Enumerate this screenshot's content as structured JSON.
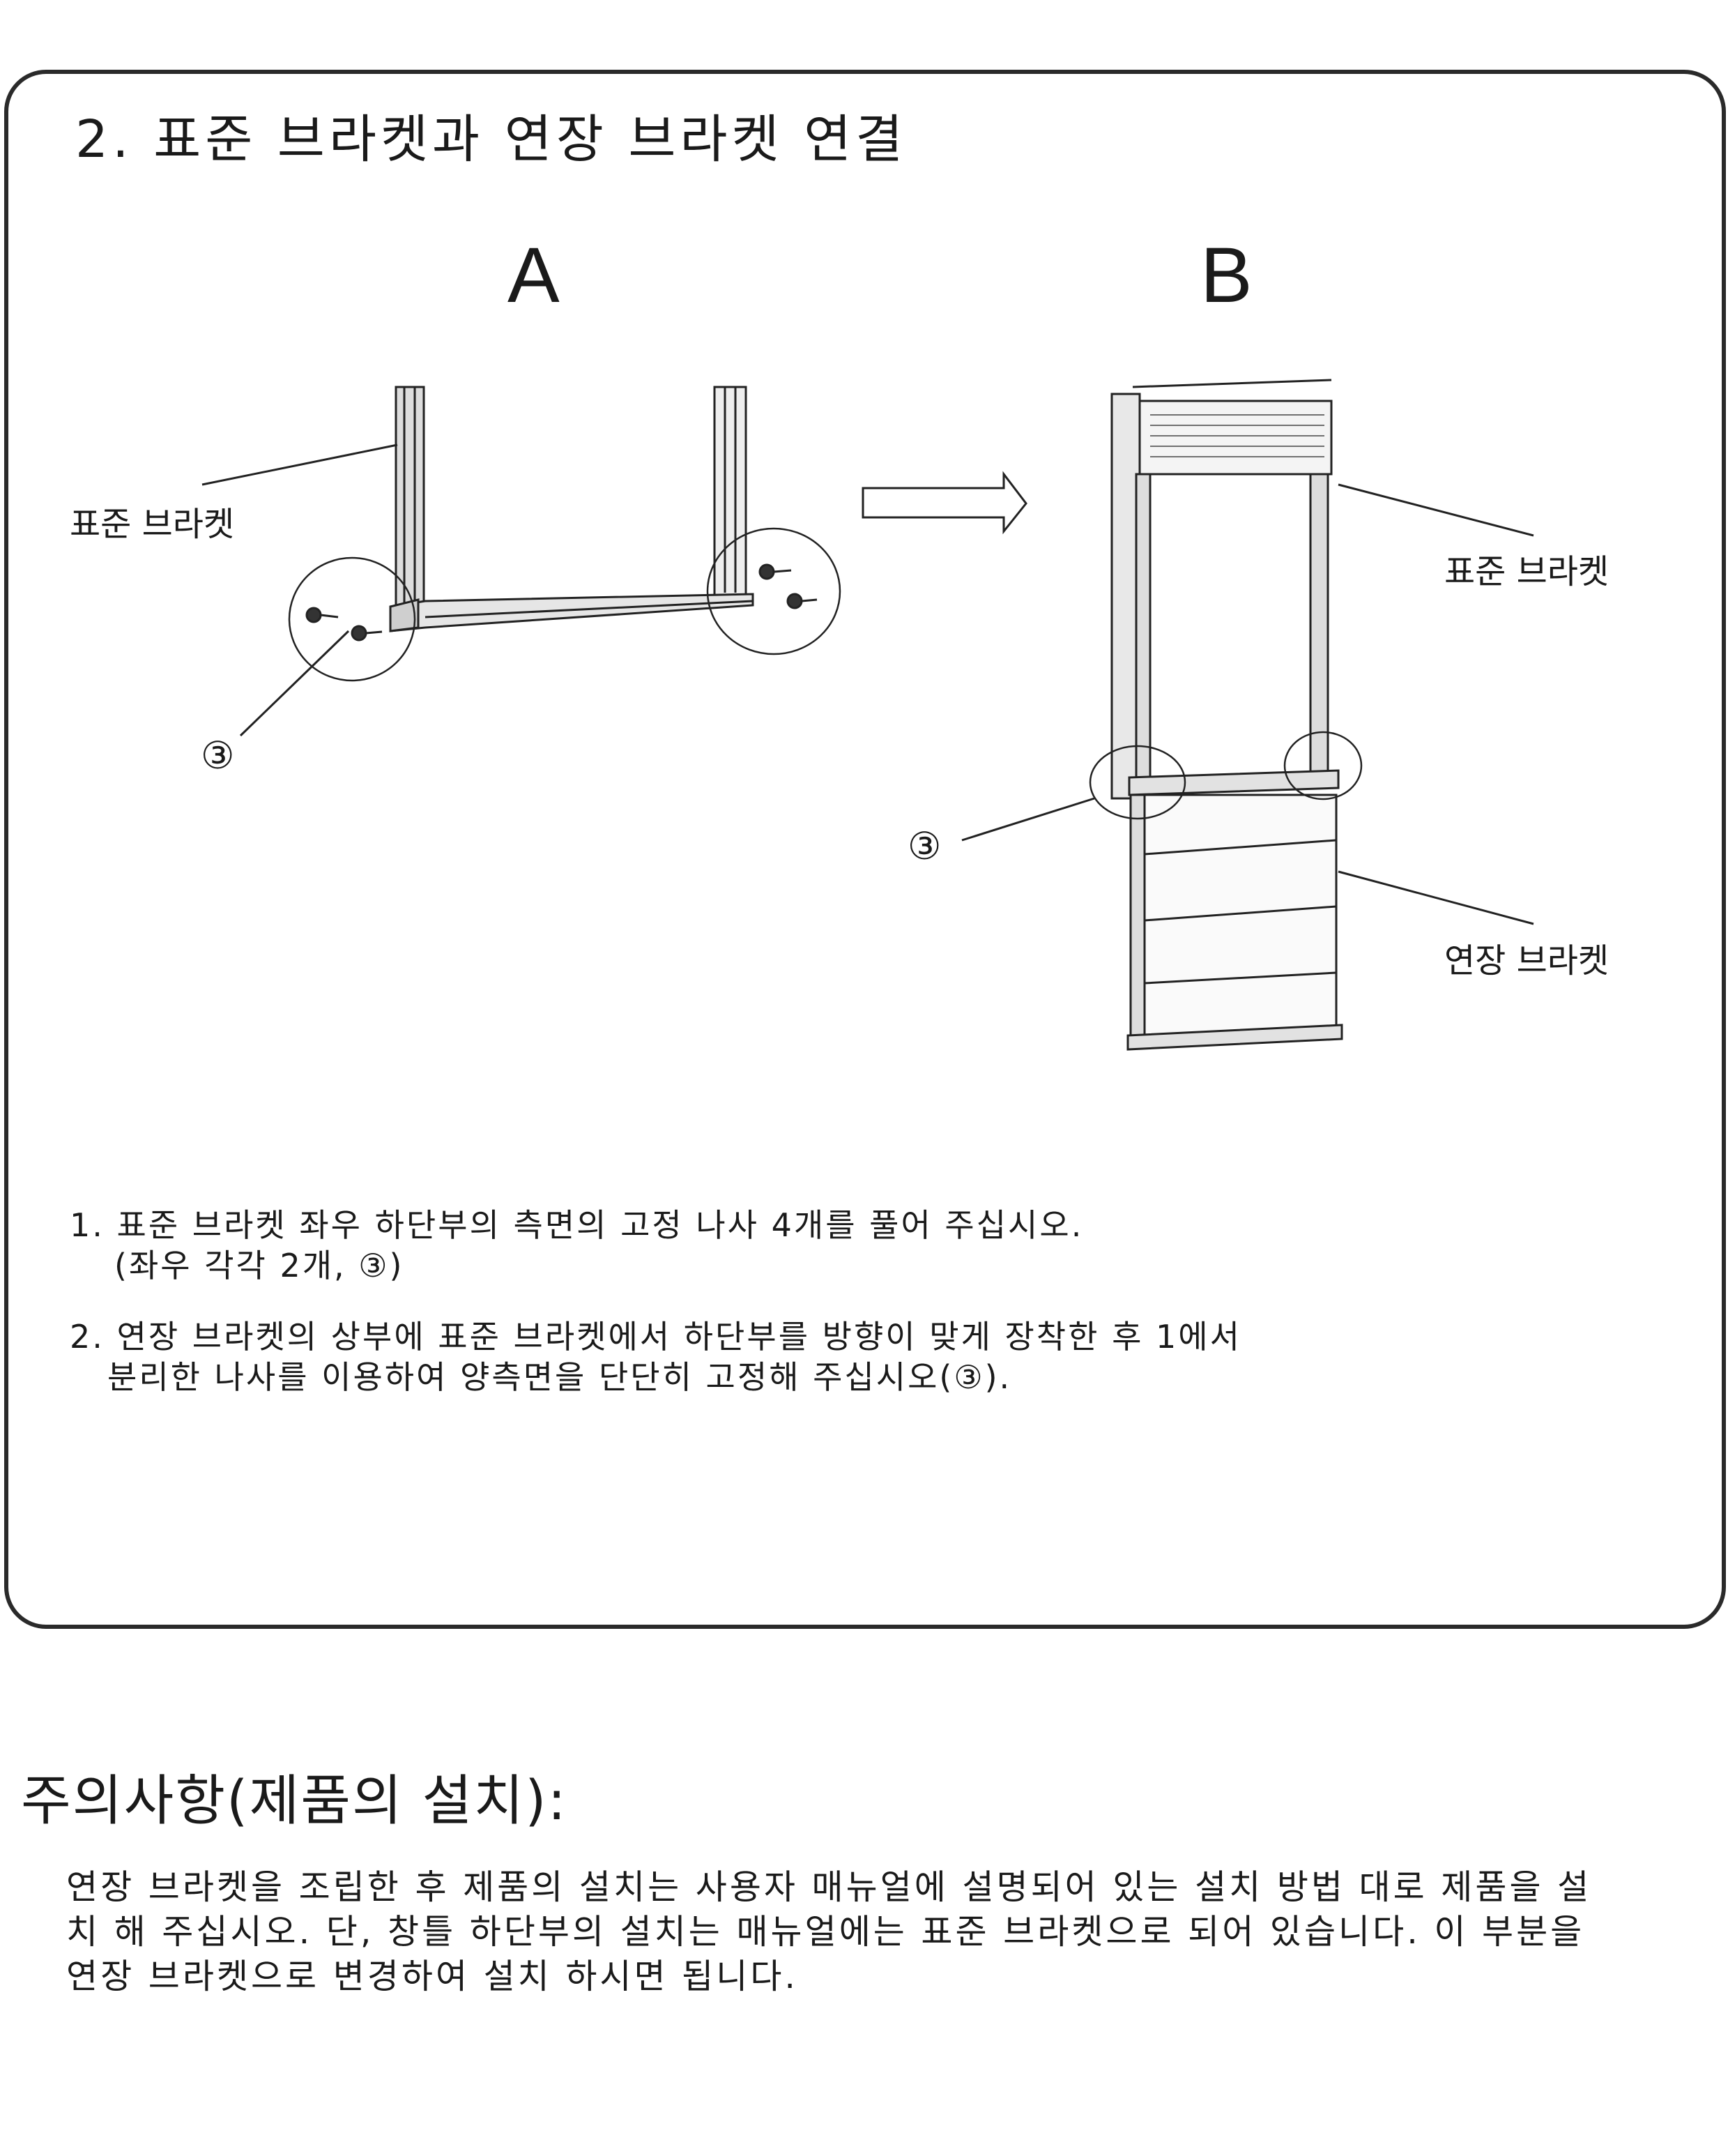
{
  "section_title": "2. 표준 브라켓과 연장 브라켓 연결",
  "figure_a": {
    "label": "A",
    "bracket_label": "표준 브라켓",
    "screw_callout": "③"
  },
  "figure_b": {
    "label": "B",
    "standard_label": "표준 브라켓",
    "extension_label": "연장 브라켓",
    "screw_callout": "③"
  },
  "instructions": [
    {
      "line1": "1. 표준 브라켓 좌우 하단부의 측면의 고정 나사 4개를 풀어 주십시오.",
      "line2": "(좌우 각각 2개, ③)"
    },
    {
      "line1": "2. 연장 브라켓의 상부에 표준 브라켓에서 하단부를 방향이 맞게 장착한 후 1에서",
      "line2": "분리한 나사를 이용하여 양측면을 단단히 고정해 주십시오(③)."
    }
  ],
  "caution": {
    "title": "주의사항(제품의 설치):",
    "body": "연장 브라켓을 조립한 후 제품의 설치는 사용자 매뉴얼에 설명되어 있는 설치 방법 대로 제품을 설치 해 주십시오. 단, 창틀 하단부의 설치는 매뉴얼에는 표준 브라켓으로 되어 있습니다. 이 부분을 연장 브라켓으로 변경하여 설치 하시면 됩니다."
  }
}
